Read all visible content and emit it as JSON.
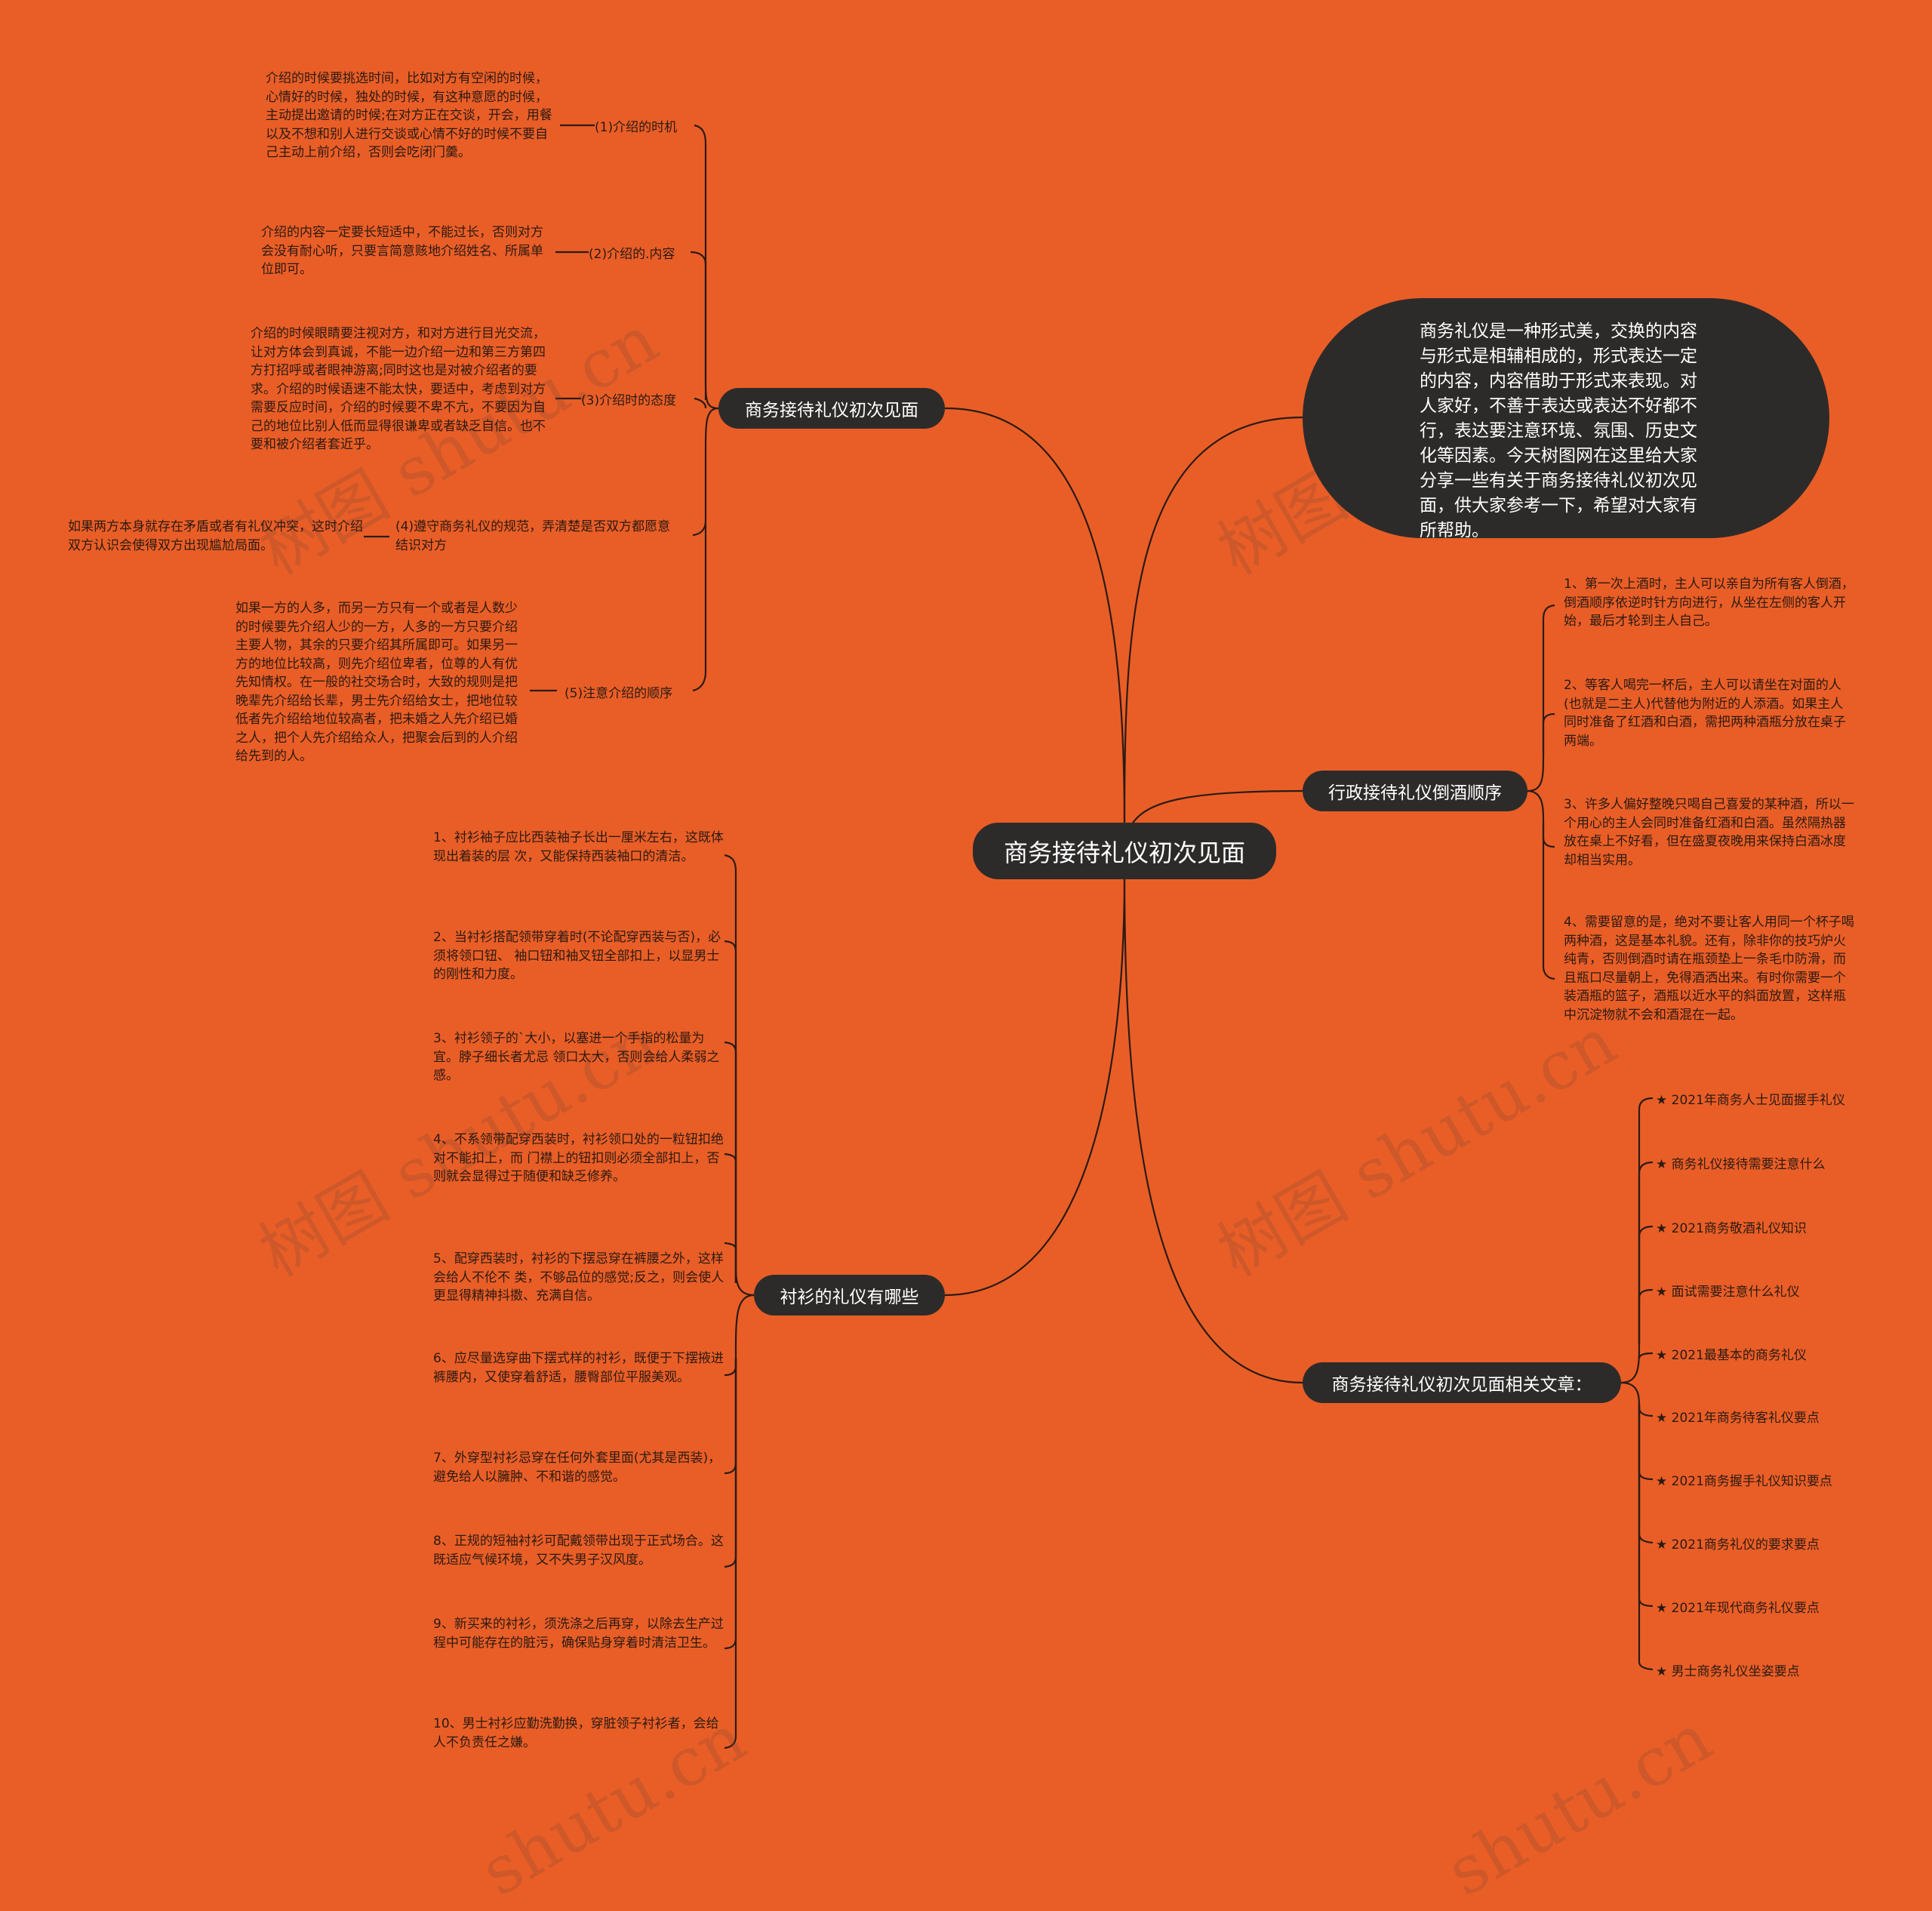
{
  "central": "商务接待礼仪初次见面",
  "colors": {
    "background": "#E95E27",
    "node": "#2d2b2a",
    "line": "#2b1b14"
  },
  "intro": "商务礼仪是一种形式美，交换的内容与形式是相辅相成的，形式表达一定的内容，内容借助于形式来表现。对人家好，不善于表达或表达不好都不行，表达要注意环境、氛围、历史文化等因素。今天树图网在这里给大家分享一些有关于商务接待礼仪初次见面，供大家参考一下，希望对大家有所帮助。",
  "left_top": {
    "label": "商务接待礼仪初次见面",
    "items": [
      {
        "label": "(1)介绍的时机",
        "text": "介绍的时候要挑选时间，比如对方有空闲的时候，心情好的时候，独处的时候，有这种意愿的时候，主动提出邀请的时候;在对方正在交谈，开会，用餐以及不想和别人进行交谈或心情不好的时候不要自己主动上前介绍，否则会吃闭门羹。"
      },
      {
        "label": "(2)介绍的.内容",
        "text": "介绍的内容一定要长短适中，不能过长，否则对方会没有耐心听，只要言简意赅地介绍姓名、所属单位即可。"
      },
      {
        "label": "(3)介绍时的态度",
        "text": "介绍的时候眼睛要注视对方，和对方进行目光交流，让对方体会到真诚，不能一边介绍一边和第三方第四方打招呼或者眼神游离;同时这也是对被介绍者的要求。介绍的时候语速不能太快，要适中，考虑到对方需要反应时间，介绍的时候要不卑不亢，不要因为自己的地位比别人低而显得很谦卑或者缺乏自信。也不要和被介绍者套近乎。"
      },
      {
        "label": "(4)遵守商务礼仪的规范，弄清楚是否双方都愿意结识对方",
        "text": "如果两方本身就存在矛盾或者有礼仪冲突，这时介绍双方认识会使得双方出现尴尬局面。"
      },
      {
        "label": "(5)注意介绍的顺序",
        "text": "如果一方的人多，而另一方只有一个或者是人数少的时候要先介绍人少的一方，人多的一方只要介绍主要人物，其余的只要介绍其所属即可。如果另一方的地位比较高，则先介绍位卑者，位尊的人有优先知情权。在一般的社交场合时，大致的规则是把晚辈先介绍给长辈，男士先介绍给女士，把地位较低者先介绍给地位较高者，把未婚之人先介绍已婚之人，把个人先介绍给众人，把聚会后到的人介绍给先到的人。"
      }
    ]
  },
  "left_bottom": {
    "label": "衬衫的礼仪有哪些",
    "items": [
      "1、衬衫袖子应比西装袖子长出一厘米左右，这既体现出着装的层 次，又能保持西装袖口的清洁。",
      "2、当衬衫搭配领带穿着时(不论配穿西装与否)，必须将领口钮、 袖口钮和袖叉钮全部扣上，以显男士的刚性和力度。",
      "3、衬衫领子的`大小，以塞进一个手指的松量为宜。脖子细长者尤忌 领口太大，否则会给人柔弱之感。",
      "4、不系领带配穿西装时，衬衫领口处的一粒钮扣绝对不能扣上，而 门襟上的钮扣则必须全部扣上，否则就会显得过于随便和缺乏修养。",
      "5、配穿西装时，衬衫的下摆忌穿在裤腰之外，这样会给人不伦不 类，不够品位的感觉;反之，则会使人更显得精神抖擞、充满自信。",
      "6、应尽量选穿曲下摆式样的衬衫，既便于下摆掖进裤腰内，又使穿着舒适，腰臀部位平服美观。",
      "7、外穿型衬衫忌穿在任何外套里面(尤其是西装)，避免给人以臃肿、不和谐的感觉。",
      "8、正规的短袖衬衫可配戴领带出现于正式场合。这既适应气候环境，又不失男子汉风度。",
      "9、新买来的衬衫，须洗涤之后再穿，以除去生产过程中可能存在的脏污，确保贴身穿着时清洁卫生。",
      "10、男士衬衫应勤洗勤换，穿脏领子衬衫者，会给人不负责任之嫌。"
    ]
  },
  "right_wine": {
    "label": "行政接待礼仪倒酒顺序",
    "items": [
      "1、第一次上酒时，主人可以亲自为所有客人倒酒，倒酒顺序依逆时针方向进行，从坐在左侧的客人开始，最后才轮到主人自己。",
      "2、等客人喝完一杯后，主人可以请坐在对面的人(也就是二主人)代替他为附近的人添酒。如果主人同时准备了红酒和白酒，需把两种酒瓶分放在桌子两端。",
      "3、许多人偏好整晚只喝自己喜爱的某种酒，所以一个用心的主人会同时准备红酒和白酒。虽然隔热器放在桌上不好看，但在盛夏夜晚用来保持白酒冰度却相当实用。",
      "4、需要留意的是，绝对不要让客人用同一个杯子喝两种酒，这是基本礼貌。还有，除非你的技巧炉火纯青，否则倒酒时请在瓶颈垫上一条毛巾防滑，而且瓶口尽量朝上，免得酒洒出来。有时你需要一个装酒瓶的篮子，酒瓶以近水平的斜面放置，这样瓶中沉淀物就不会和酒混在一起。"
    ]
  },
  "right_articles": {
    "label": "商务接待礼仪初次见面相关文章：",
    "items": [
      "★ 2021年商务人士见面握手礼仪",
      "★ 商务礼仪接待需要注意什么",
      "★ 2021商务敬酒礼仪知识",
      "★ 面试需要注意什么礼仪",
      "★ 2021最基本的商务礼仪",
      "★ 2021年商务待客礼仪要点",
      "★ 2021商务握手礼仪知识要点",
      "★ 2021商务礼仪的要求要点",
      "★ 2021年现代商务礼仪要点",
      "★ 男士商务礼仪坐姿要点"
    ]
  }
}
